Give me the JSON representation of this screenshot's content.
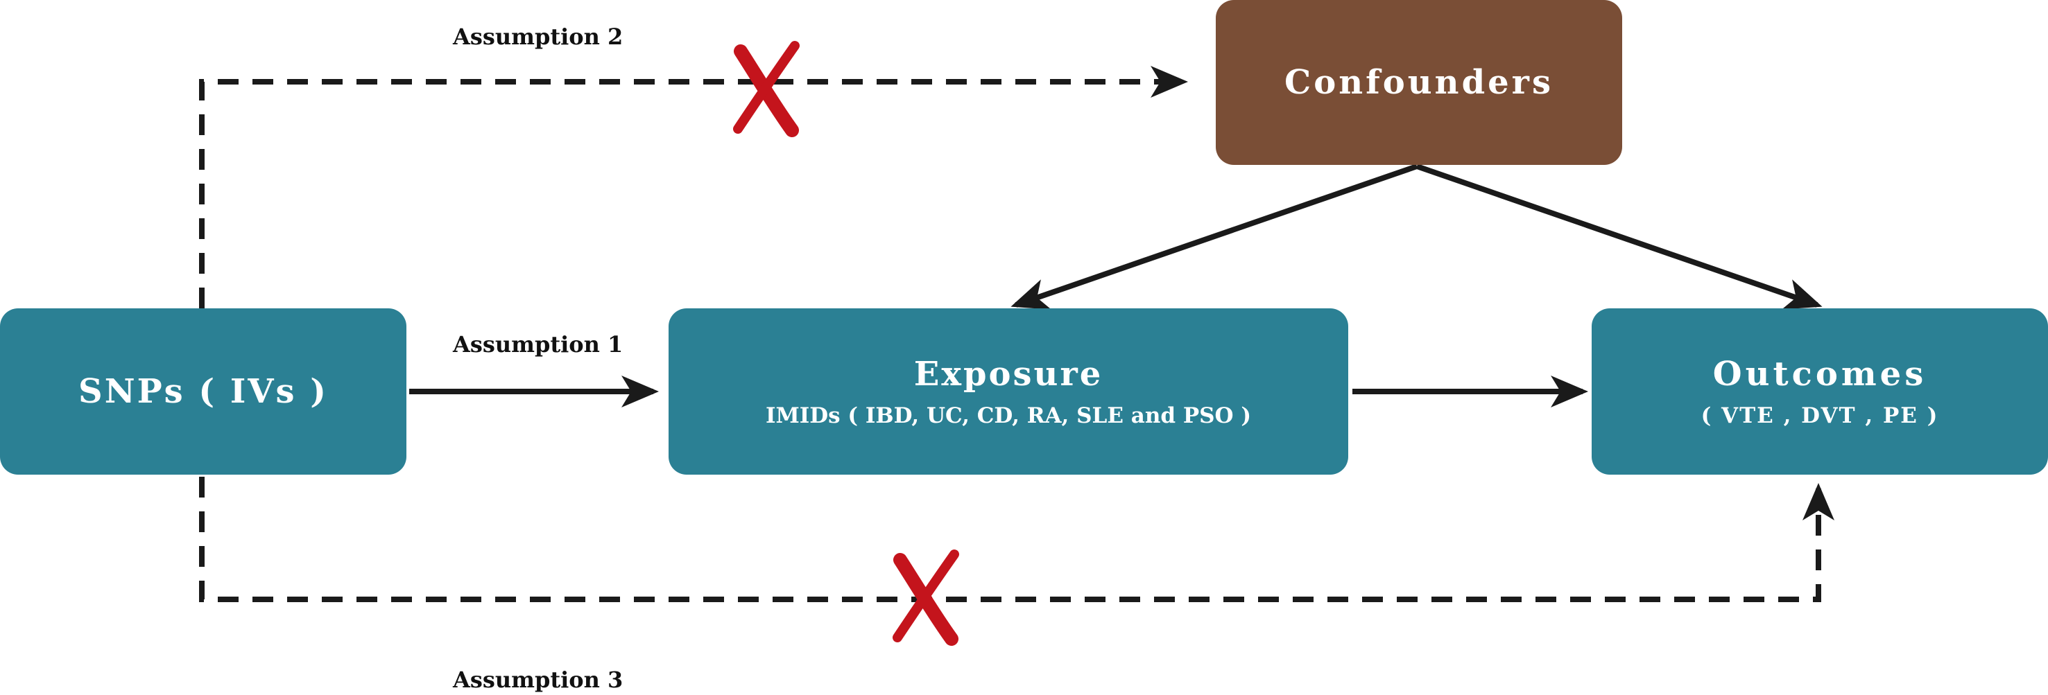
{
  "nodes": {
    "snps": {
      "title": "SNPs ( IVs )"
    },
    "exposure": {
      "title": "Exposure",
      "subtitle": "IMIDs ( IBD, UC, CD, RA, SLE and PSO )"
    },
    "outcomes": {
      "title": "Outcomes",
      "subtitle": "( VTE , DVT , PE )"
    },
    "confounders": {
      "title": "Confounders"
    }
  },
  "assumptions": {
    "a1": "Assumption 1",
    "a2": "Assumption 2",
    "a3": "Assumption 3"
  },
  "colors": {
    "teal": "#2b8094",
    "brown": "#7a4e36",
    "arrow": "#1a1a1a",
    "cross": "#c4141c"
  }
}
